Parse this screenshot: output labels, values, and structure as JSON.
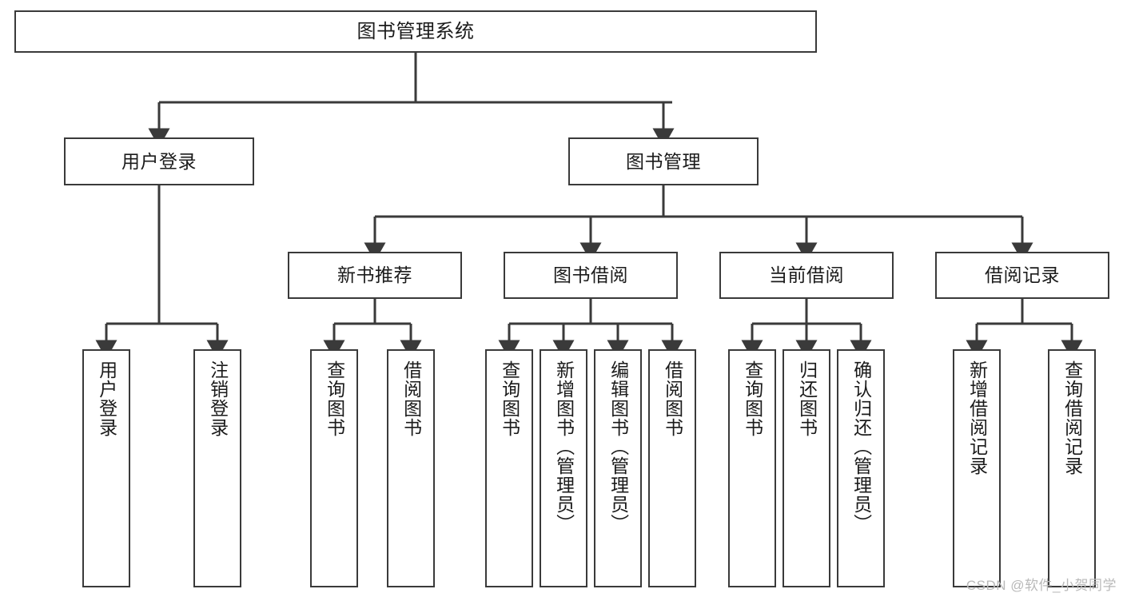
{
  "diagram": {
    "title": "图书管理系统",
    "type": "tree",
    "orientation": "top-down",
    "colors": {
      "box_border": "#3a3a3a",
      "box_fill": "#ffffff",
      "edge": "#3a3a3a",
      "text": "#1b1b1b",
      "watermark": "#b9b9b9",
      "background": "#ffffff"
    }
  },
  "watermark": {
    "text": "CSDN @软件_小贺同学"
  },
  "root": {
    "label": "图书管理系统"
  },
  "level1": [
    {
      "label": "用户登录"
    },
    {
      "label": "图书管理"
    }
  ],
  "level2": [
    {
      "label": "新书推荐"
    },
    {
      "label": "图书借阅"
    },
    {
      "label": "当前借阅"
    },
    {
      "label": "借阅记录"
    }
  ],
  "leaves": {
    "user_login": [
      {
        "label": "用户登录"
      },
      {
        "label": "注销登录"
      }
    ],
    "new_book_recommend": [
      {
        "label": "查询图书"
      },
      {
        "label": "借阅图书"
      }
    ],
    "book_borrow": [
      {
        "label": "查询图书"
      },
      {
        "label": "新增图书（管理员）"
      },
      {
        "label": "编辑图书（管理员）"
      },
      {
        "label": "借阅图书"
      }
    ],
    "current_borrow": [
      {
        "label": "查询图书"
      },
      {
        "label": "归还图书"
      },
      {
        "label": "确认归还（管理员）"
      }
    ],
    "borrow_record": [
      {
        "label": "新增借阅记录"
      },
      {
        "label": "查询借阅记录"
      }
    ]
  }
}
